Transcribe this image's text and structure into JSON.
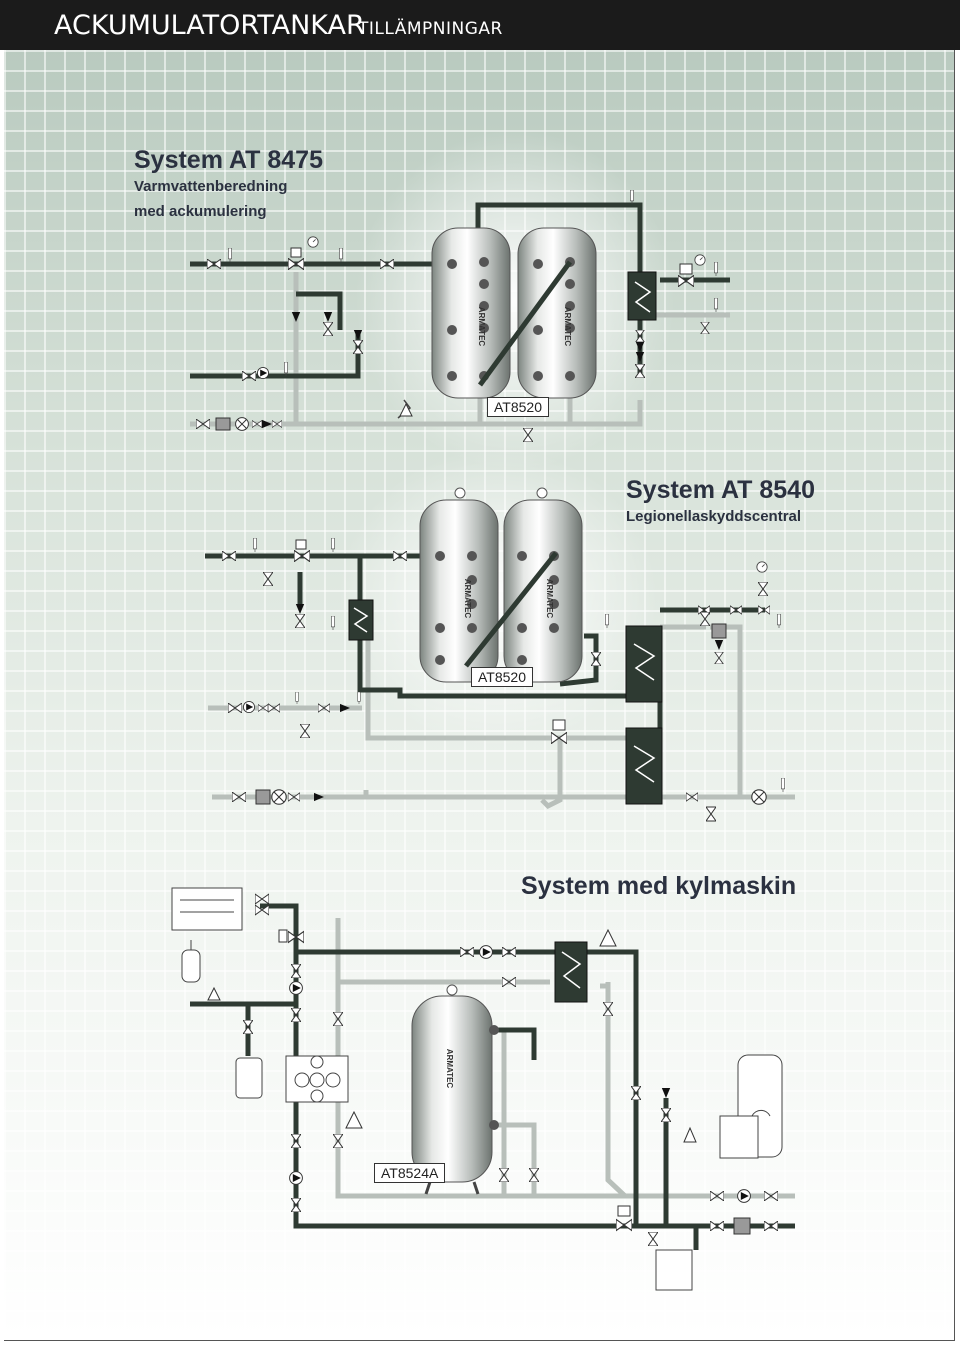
{
  "header": {
    "title": "ACKUMULATORTANKAR",
    "subtitle": "TILLÄMPNINGAR"
  },
  "system1": {
    "title": "System AT 8475",
    "line1": "Varmvattenberedning",
    "line2": "med ackumulering",
    "tank_label": "AT8520"
  },
  "system2": {
    "title": "System AT 8540",
    "line1": "Legionellaskyddscentral",
    "tank_label": "AT8520"
  },
  "system3": {
    "title": "System med kylmaskin",
    "tank_label": "AT8524A"
  },
  "brand": "ARMATEC",
  "colors": {
    "header_bg": "#1b1b1b",
    "pipe_dark": "#2e3a32",
    "pipe_light": "#b8bfba",
    "title": "#2b3140"
  }
}
